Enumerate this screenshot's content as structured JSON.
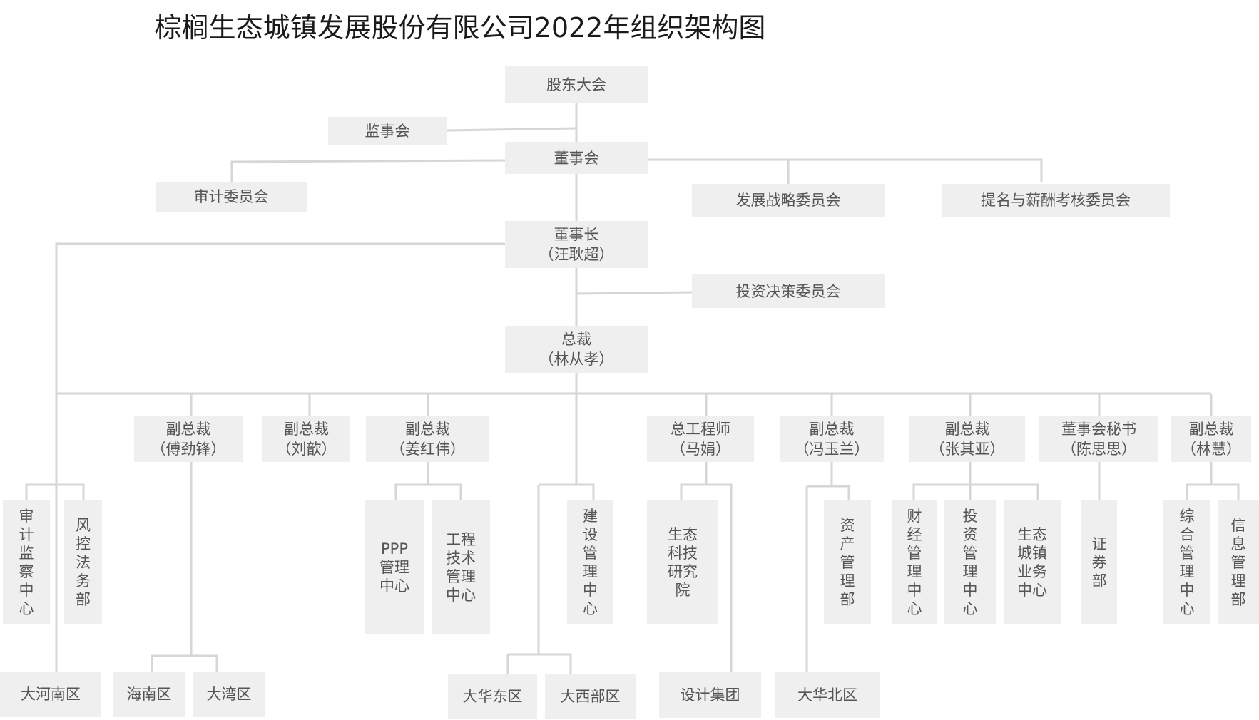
{
  "title": "棕榈生态城镇发展股份有限公司2022年组织架构图",
  "nodes": {
    "shareholders": "股东大会",
    "supervisors": "监事会",
    "board": "董事会",
    "audit_committee": "审计委员会",
    "strategy_committee": "发展战略委员会",
    "nomination_committee": "提名与薪酬考核委员会",
    "chairman": "董事长",
    "chairman_name": "（汪耿超）",
    "investment_committee": "投资决策委员会",
    "president": "总裁",
    "president_name": "（林从孝）",
    "vp1": "副总裁",
    "vp1_name": "（傅劲锋）",
    "vp2": "副总裁",
    "vp2_name": "（刘歆）",
    "vp3": "副总裁",
    "vp3_name": "（姜红伟）",
    "chief_engineer": "总工程师",
    "chief_engineer_name": "（马娟）",
    "vp4": "副总裁",
    "vp4_name": "（冯玉兰）",
    "vp5": "副总裁",
    "vp5_name": "（张其亚）",
    "board_secretary": "董事会秘书",
    "board_secretary_name": "（陈思思）",
    "vp6": "副总裁",
    "vp6_name": "（林慧）",
    "audit_center": "审计监察中心",
    "risk_dept": "风控法务部",
    "ppp_center": "PPP\n管理\n中心",
    "engineering_center": "工程\n技术\n管理\n中心",
    "construction_center": "建设管理中心",
    "eco_institute": "生态\n科技\n研究\n院",
    "asset_dept": "资产管理部",
    "finance_center": "财经管理中心",
    "investment_center": "投资管理中心",
    "eco_town_center": "生态\n城镇\n业务\n中心",
    "securities_dept": "证券部",
    "admin_center": "综合管理中心",
    "info_dept": "信息管理部",
    "region_henan": "大河南区",
    "region_hainan": "海南区",
    "region_dawan": "大湾区",
    "region_dahua_east": "大华东区",
    "region_west": "大西部区",
    "design_group": "设计集团",
    "region_dahua_north": "大华北区"
  },
  "colors": {
    "box_fill": "#efefef",
    "line": "#d6d6d6",
    "text": "#555555",
    "title": "#1a1a1a"
  }
}
